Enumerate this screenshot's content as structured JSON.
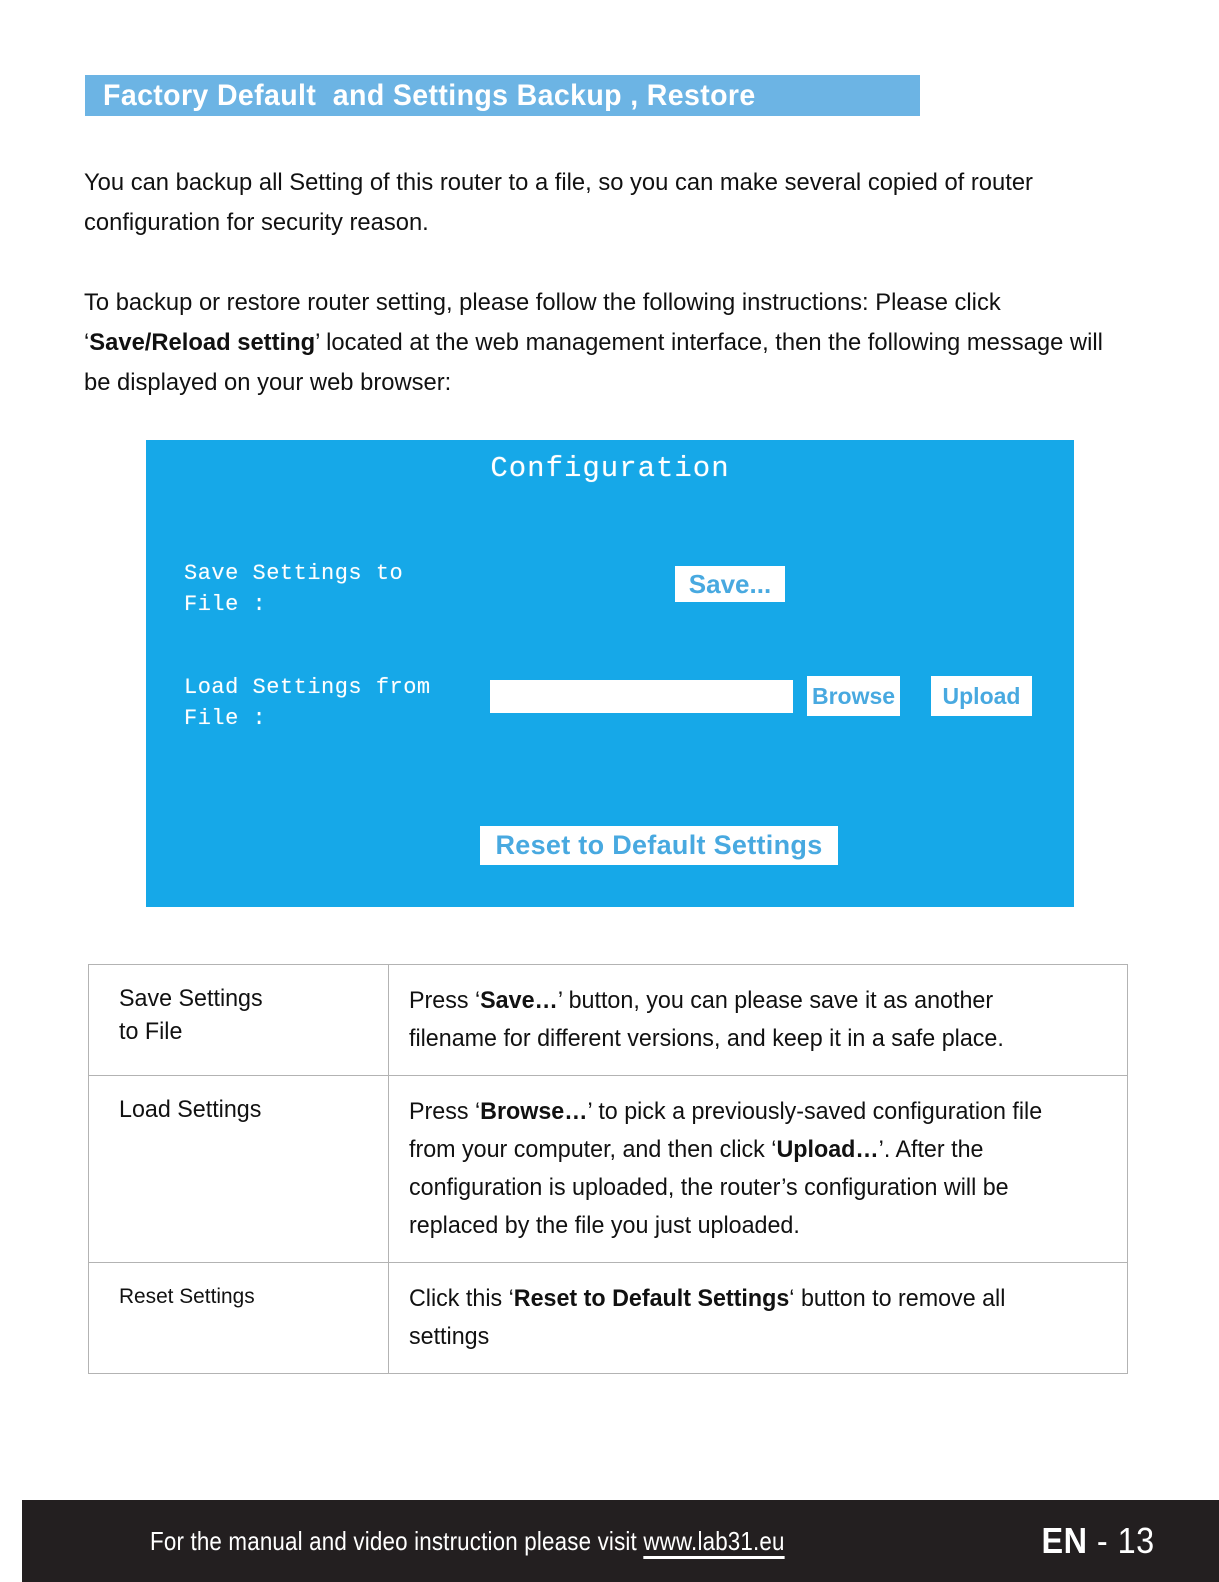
{
  "header": {
    "banner_title": "Factory Default  and Settings Backup , Restore",
    "banner_color": "#6cb4e4"
  },
  "intro": {
    "paragraph_1": "You can backup all Setting of this router to a file, so you can make several copied of router configuration for security reason.",
    "paragraph_2_before": "To backup or restore router setting, please follow the following instructions: Please click ‘",
    "paragraph_2_bold": "Save/Reload setting",
    "paragraph_2_after": "’ located at the web management interface, then the following message will be displayed on your web browser:"
  },
  "router_panel": {
    "background_color": "#16a8e8",
    "title": "Configuration",
    "save_label": "Save Settings to\nFile :",
    "load_label": "Load Settings from\nFile :",
    "save_button": "Save...",
    "browse_button": "Browse",
    "upload_button": "Upload",
    "reset_button": "Reset to Default Settings",
    "file_input_value": "",
    "file_input_placeholder": "",
    "button_text_color": "#48a9e0"
  },
  "table": {
    "rows": [
      {
        "term": "Save Settings\nto File",
        "term_small": false,
        "desc_parts": [
          {
            "text": "Press ‘",
            "bold": false
          },
          {
            "text": "Save…",
            "bold": true
          },
          {
            "text": "’ button, you can please save it as another filename for different versions, and keep it in a safe place.",
            "bold": false
          }
        ]
      },
      {
        "term": "Load Settings",
        "term_small": false,
        "desc_parts": [
          {
            "text": "Press ‘",
            "bold": false
          },
          {
            "text": "Browse…",
            "bold": true
          },
          {
            "text": "’ to pick a previously-saved configuration file from your computer, and then click ‘",
            "bold": false
          },
          {
            "text": "Upload…",
            "bold": true
          },
          {
            "text": "’. After the configuration is uploaded, the router’s configuration will be replaced by the file you just uploaded.",
            "bold": false
          }
        ]
      },
      {
        "term": "Reset Settings",
        "term_small": true,
        "desc_parts": [
          {
            "text": "Click this ‘",
            "bold": false
          },
          {
            "text": "Reset to Default Settings",
            "bold": true
          },
          {
            "text": "‘ button to remove all settings",
            "bold": false
          }
        ]
      }
    ]
  },
  "footer": {
    "background_color": "#231f20",
    "note_before": "For the manual and video instruction please visit ",
    "note_url": "www.lab31.eu",
    "page_lang": "EN",
    "page_separator": " - ",
    "page_number": "13"
  }
}
